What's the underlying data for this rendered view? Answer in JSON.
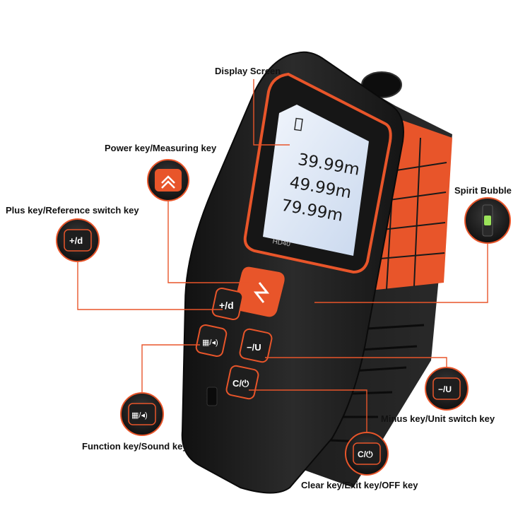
{
  "callouts": {
    "display_screen": "Display Screen",
    "power_key": "Power key/Measuring key",
    "plus_key": "Plus key/Reference switch key",
    "spirit_bubble": "Spirit Bubble",
    "function_key": "Function key/Sound key",
    "minus_key": "Minus key/Unit switch key",
    "clear_key": "Clear key/Exit key/OFF key"
  },
  "device": {
    "model": "HD40",
    "readings": [
      "39.99m",
      "49.99m",
      "79.99m"
    ]
  },
  "icons": {
    "plus_key": "+/d",
    "minus_key": "−/U",
    "clear_key": "C/⏻",
    "function_key": "▦/◂)"
  },
  "colors": {
    "accent": "#e8552a",
    "body": "#1c1c1c",
    "lcd": "#dfe9f7"
  }
}
